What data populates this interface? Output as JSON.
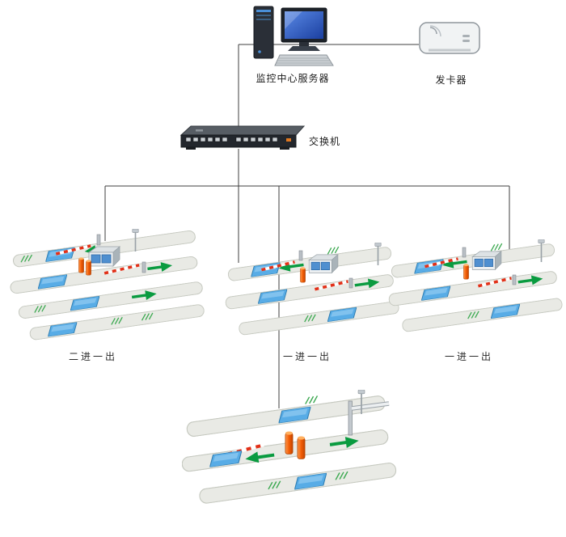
{
  "nodes": {
    "server": {
      "label": "监控中心服务器"
    },
    "card_issuer": {
      "label": "发卡器"
    },
    "switch": {
      "label": "交换机"
    }
  },
  "lane_groups": [
    {
      "label": "二进一出",
      "entries": 2,
      "exits": 1
    },
    {
      "label": "一进一出",
      "entries": 1,
      "exits": 1
    },
    {
      "label": "一进一出",
      "entries": 1,
      "exits": 1
    },
    {
      "label": "",
      "entries": 1,
      "exits": 1
    }
  ],
  "colors": {
    "connector": "#3f3f3f",
    "road": "#e9eae5",
    "detector_pad": "#58ace6",
    "arrow_green": "#0a9b40",
    "bollard_orange": "#f25c05",
    "barrier_red": "#e23018",
    "screen_blue": "#2b55c0"
  }
}
